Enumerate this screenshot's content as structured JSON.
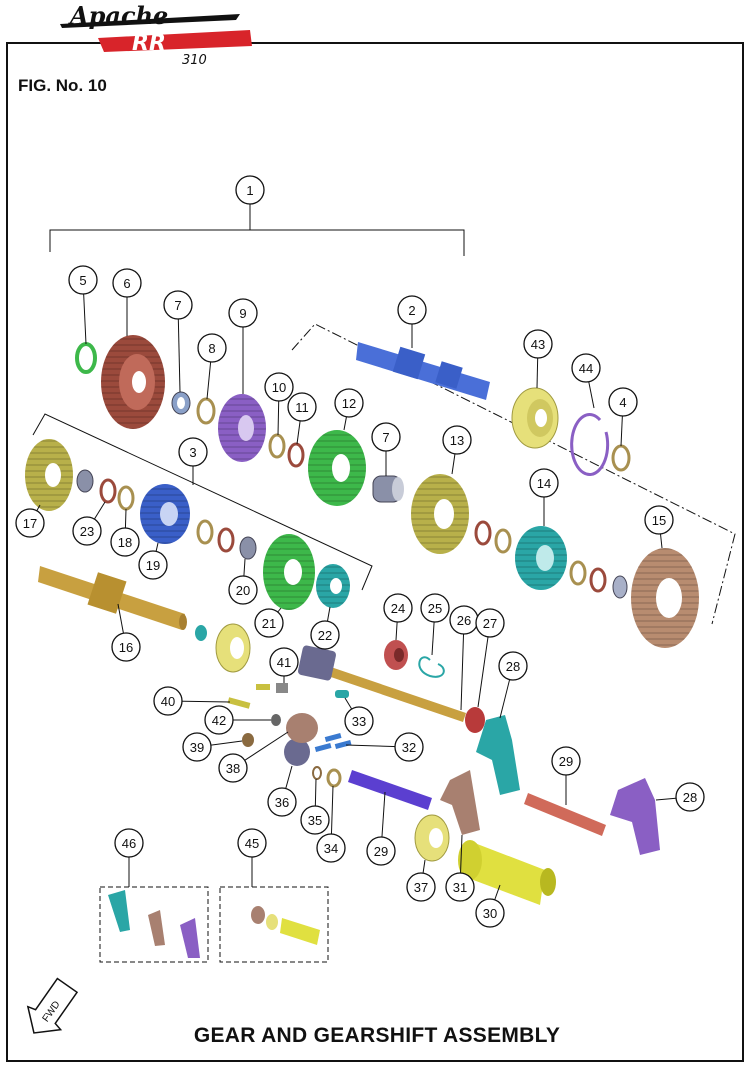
{
  "header": {
    "brand_line1": "Apache",
    "brand_line2": "RR",
    "brand_line3": "310",
    "figure_label": "FIG. No. 10"
  },
  "title": "GEAR AND GEARSHIFT ASSEMBLY",
  "fwd_label": "FWD",
  "colors": {
    "red_gear": "#9b4a3c",
    "purple_gear": "#8a5fc4",
    "green_gear": "#3db84a",
    "olive_gear": "#b8b04a",
    "teal_gear": "#2aa6a6",
    "blue_gear": "#3a5fc8",
    "copper_gear": "#b88c70",
    "shaft_blue": "#4a6fd8",
    "shaft_gold": "#c8a040",
    "yellow_bearing": "#e6e07a",
    "shaft_salmon": "#d06a5a",
    "rod_purple": "#5b3fd0",
    "drum_yellow": "#e0e040"
  },
  "callouts": [
    {
      "id": "c1",
      "label": "1"
    },
    {
      "id": "c2",
      "label": "2"
    },
    {
      "id": "c3",
      "label": "3"
    },
    {
      "id": "c4",
      "label": "4"
    },
    {
      "id": "c5",
      "label": "5"
    },
    {
      "id": "c6",
      "label": "6"
    },
    {
      "id": "c7a",
      "label": "7"
    },
    {
      "id": "c7b",
      "label": "7"
    },
    {
      "id": "c8",
      "label": "8"
    },
    {
      "id": "c9",
      "label": "9"
    },
    {
      "id": "c10",
      "label": "10"
    },
    {
      "id": "c11",
      "label": "11"
    },
    {
      "id": "c12",
      "label": "12"
    },
    {
      "id": "c13",
      "label": "13"
    },
    {
      "id": "c14",
      "label": "14"
    },
    {
      "id": "c15",
      "label": "15"
    },
    {
      "id": "c16",
      "label": "16"
    },
    {
      "id": "c17",
      "label": "17"
    },
    {
      "id": "c18",
      "label": "18"
    },
    {
      "id": "c19",
      "label": "19"
    },
    {
      "id": "c20",
      "label": "20"
    },
    {
      "id": "c21",
      "label": "21"
    },
    {
      "id": "c22",
      "label": "22"
    },
    {
      "id": "c23",
      "label": "23"
    },
    {
      "id": "c24",
      "label": "24"
    },
    {
      "id": "c25",
      "label": "25"
    },
    {
      "id": "c26",
      "label": "26"
    },
    {
      "id": "c27",
      "label": "27"
    },
    {
      "id": "c28a",
      "label": "28"
    },
    {
      "id": "c28b",
      "label": "28"
    },
    {
      "id": "c29a",
      "label": "29"
    },
    {
      "id": "c29b",
      "label": "29"
    },
    {
      "id": "c30",
      "label": "30"
    },
    {
      "id": "c31",
      "label": "31"
    },
    {
      "id": "c32",
      "label": "32"
    },
    {
      "id": "c33",
      "label": "33"
    },
    {
      "id": "c34",
      "label": "34"
    },
    {
      "id": "c35",
      "label": "35"
    },
    {
      "id": "c36",
      "label": "36"
    },
    {
      "id": "c37",
      "label": "37"
    },
    {
      "id": "c38",
      "label": "38"
    },
    {
      "id": "c39",
      "label": "39"
    },
    {
      "id": "c40",
      "label": "40"
    },
    {
      "id": "c41",
      "label": "41"
    },
    {
      "id": "c42",
      "label": "42"
    },
    {
      "id": "c43",
      "label": "43"
    },
    {
      "id": "c44",
      "label": "44"
    },
    {
      "id": "c45",
      "label": "45"
    },
    {
      "id": "c46",
      "label": "46"
    }
  ]
}
